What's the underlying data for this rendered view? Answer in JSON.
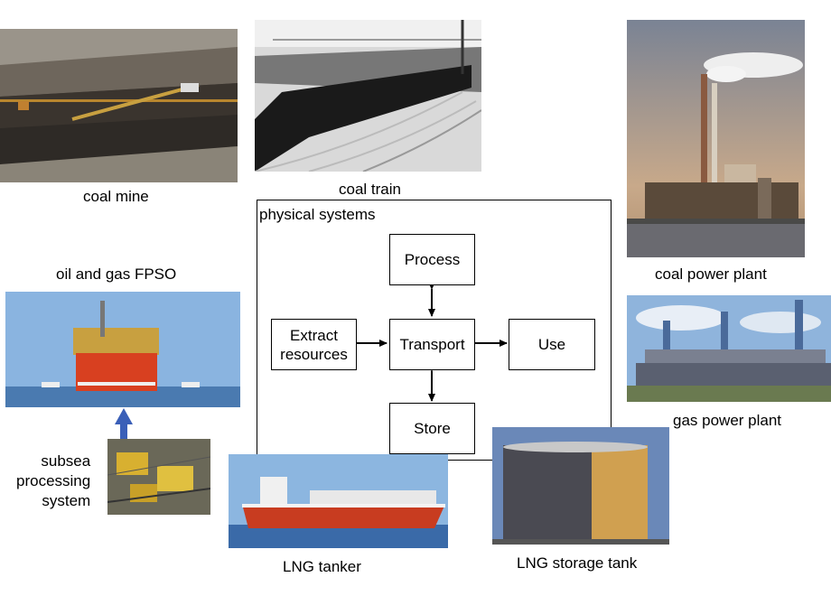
{
  "frame": {
    "label": "physical systems"
  },
  "nodes": {
    "extract": "Extract\nresources",
    "transport": "Transport",
    "process": "Process",
    "store": "Store",
    "use": "Use"
  },
  "captions": {
    "coal_mine": "coal mine",
    "coal_train": "coal train",
    "coal_power_plant": "coal power plant",
    "gas_power_plant": "gas power plant",
    "fpso": "oil and gas FPSO",
    "subsea": "subsea\nprocessing\nsystem",
    "lng_tanker": "LNG tanker",
    "lng_storage": "LNG storage tank"
  },
  "colors": {
    "subsea_arrow": "#3a5fb8"
  }
}
